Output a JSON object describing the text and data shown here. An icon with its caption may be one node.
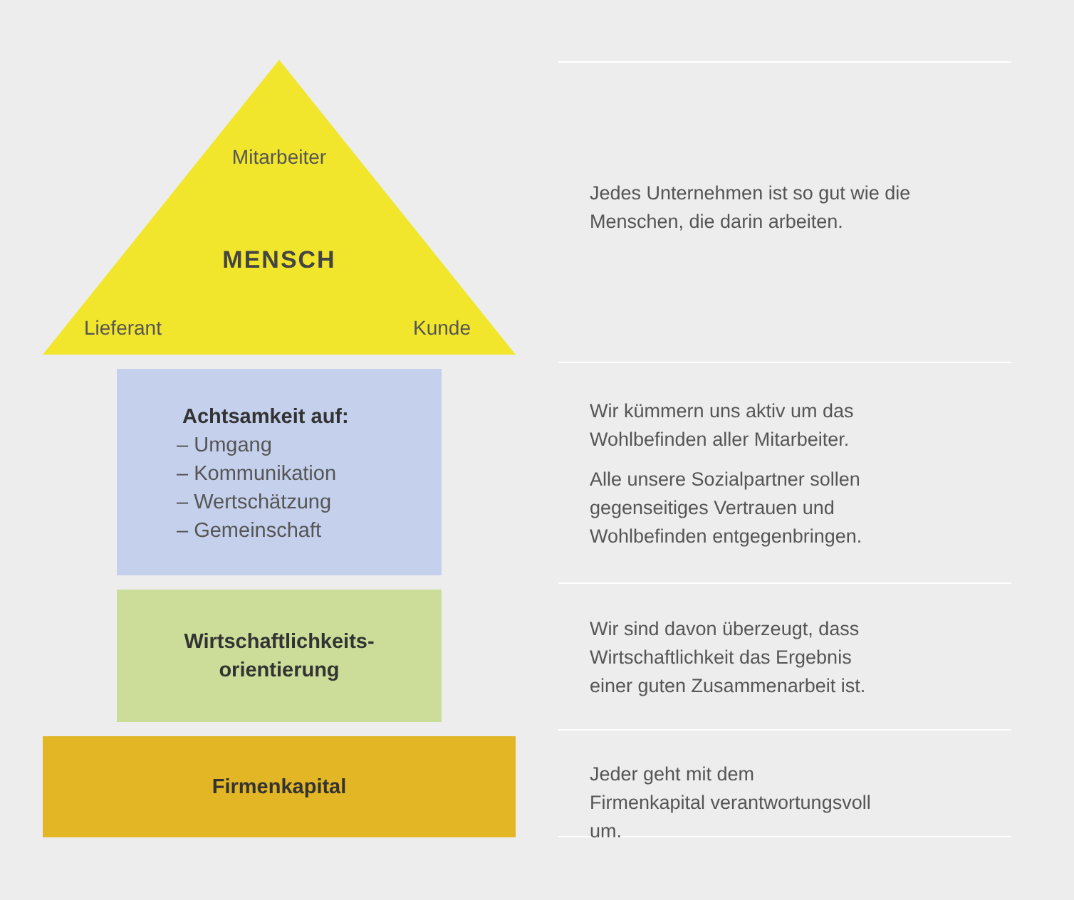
{
  "diagram": {
    "nodes": [
      {
        "text": [
          "Mitarbeiter",
          "MENSCH",
          "Lieferant",
          "Kunde"
        ]
      },
      {
        "text": [
          "Achtsamkeit auf:",
          "– Umgang",
          "– Kommunikation",
          "– Wertschätzung",
          "– Gemeinschaft"
        ]
      },
      {
        "text": [
          "Wirtschaftlichkeits- orientierung"
        ]
      },
      {
        "text": [
          "Firmenkapital"
        ]
      }
    ],
    "edges": [],
    "labels": [
      "Jedes Unternehmen ist so gut wie die Menschen, die darin arbeiten.",
      "Wir kümmern uns aktiv um das Wohlbefinden aller Mitarbeiter.",
      "Alle unsere Sozialpartner sollen gegenseitiges Vertrauen und Wohlbefinden entgegenbringen.",
      "Wir sind davon überzeugt, dass Wirtschaftlichkeit das Ergebnis einer guten Zusammenarbeit ist.",
      "Jeder geht mit dem Firmenkapital verantwortungsvoll um."
    ]
  }
}
